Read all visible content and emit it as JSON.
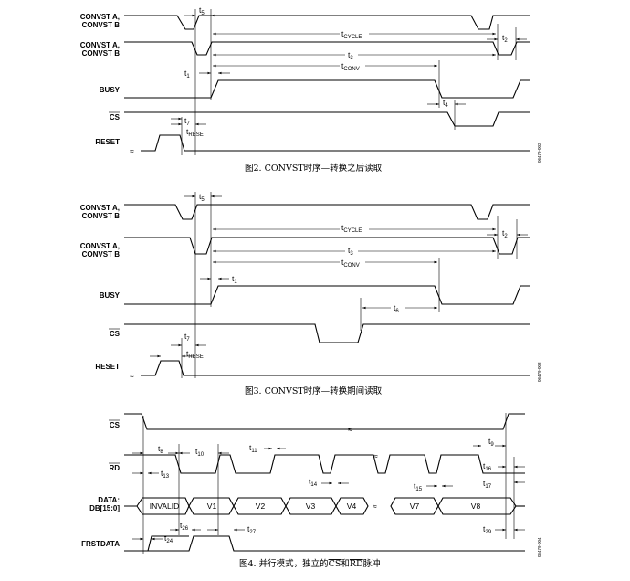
{
  "fig2": {
    "caption": "图2. CONVST时序—转换之后读取",
    "side_code": "06479-002",
    "signals": {
      "convst_1": [
        "CONVST A,",
        "CONVST B"
      ],
      "convst_2": [
        "CONVST A,",
        "CONVST B"
      ],
      "busy": "BUSY",
      "cs": "CS",
      "reset": "RESET"
    },
    "labels": {
      "t5": [
        "t",
        "5"
      ],
      "tcycle": [
        "t",
        "CYCLE"
      ],
      "t2": [
        "t",
        "2"
      ],
      "t3": [
        "t",
        "3"
      ],
      "t1": [
        "t",
        "1"
      ],
      "tconv": [
        "t",
        "CONV"
      ],
      "t4": [
        "t",
        "4"
      ],
      "t7": [
        "t",
        "7"
      ],
      "treset": [
        "t",
        "RESET"
      ]
    }
  },
  "fig3": {
    "caption": "图3. CONVST时序—转换期间读取",
    "side_code": "06479-003",
    "signals": {
      "convst_1": [
        "CONVST A,",
        "CONVST B"
      ],
      "convst_2": [
        "CONVST A,",
        "CONVST B"
      ],
      "busy": "BUSY",
      "cs": "CS",
      "reset": "RESET"
    },
    "labels": {
      "t5": [
        "t",
        "5"
      ],
      "tcycle": [
        "t",
        "CYCLE"
      ],
      "t2": [
        "t",
        "2"
      ],
      "t3": [
        "t",
        "3"
      ],
      "t1": [
        "t",
        "1"
      ],
      "tconv": [
        "t",
        "CONV"
      ],
      "t6": [
        "t",
        "6"
      ],
      "t7": [
        "t",
        "7"
      ],
      "treset": [
        "t",
        "RESET"
      ]
    }
  },
  "fig4": {
    "caption_a": "图4. 并行模式，独立的",
    "caption_cs": "CS",
    "caption_b": "和",
    "caption_rd": "RD",
    "caption_c": "脉冲",
    "side_code": "06479-004",
    "signals": {
      "cs": "CS",
      "rd": "RD",
      "data": [
        "DATA:",
        "DB[15:0]"
      ],
      "frstdata": "FRSTDATA"
    },
    "bus": [
      "INVALID",
      "V1",
      "V2",
      "V3",
      "V4",
      "V7",
      "V8"
    ],
    "labels": {
      "t8": [
        "t",
        "8"
      ],
      "t13": [
        "t",
        "13"
      ],
      "t10": [
        "t",
        "10"
      ],
      "t11": [
        "t",
        "11"
      ],
      "t9": [
        "t",
        "9"
      ],
      "t16": [
        "t",
        "16"
      ],
      "t14": [
        "t",
        "14"
      ],
      "t15": [
        "t",
        "15"
      ],
      "t17": [
        "t",
        "17"
      ],
      "t24": [
        "t",
        "24"
      ],
      "t26": [
        "t",
        "26"
      ],
      "t27": [
        "t",
        "27"
      ],
      "t29": [
        "t",
        "29"
      ]
    }
  }
}
